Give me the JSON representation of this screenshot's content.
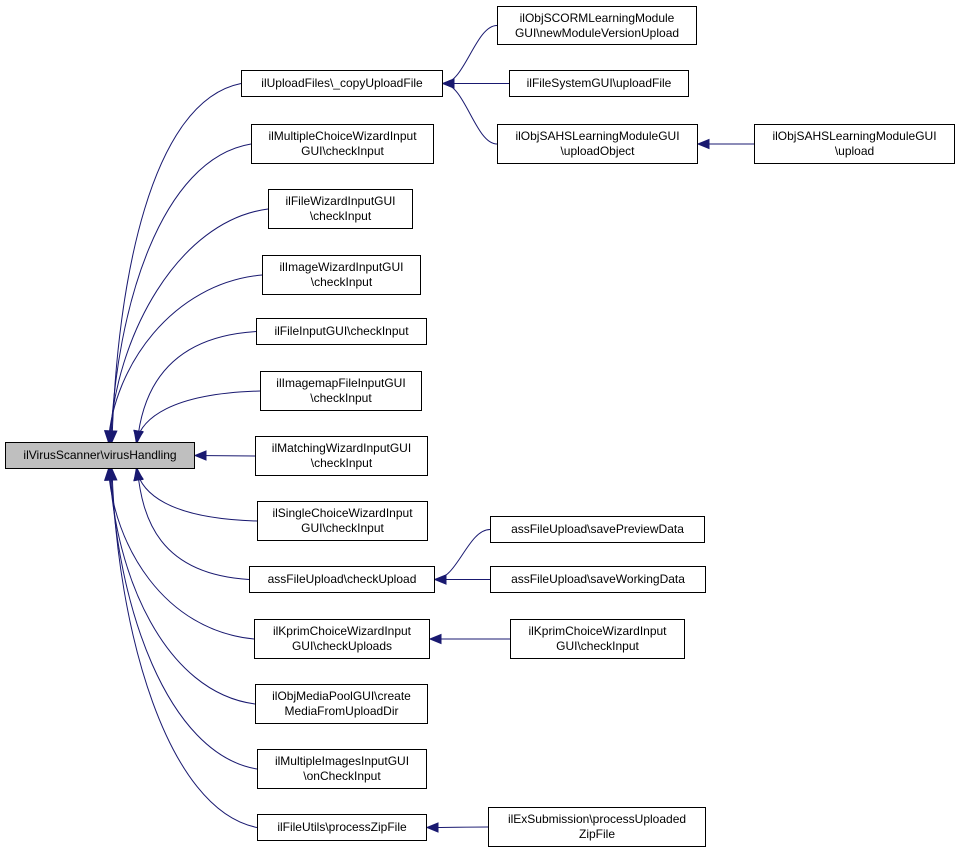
{
  "diagram": {
    "type": "call-graph",
    "colors": {
      "edge": "#191970",
      "root_fill": "#bfbfbf",
      "node_fill": "#ffffff",
      "border": "#000000"
    },
    "root": {
      "id": "root",
      "label": "ilVirusScanner\\virusHandling"
    },
    "nodes": [
      {
        "id": "upload_copy",
        "label": "ilUploadFiles\\_copyUploadFile"
      },
      {
        "id": "scorm_newver",
        "label": "ilObjSCORMLearningModule\nGUI\\newModuleVersionUpload"
      },
      {
        "id": "fs_upload",
        "label": "ilFileSystemGUI\\uploadFile"
      },
      {
        "id": "sahs_uploadobj",
        "label": "ilObjSAHSLearningModuleGUI\n\\uploadObject"
      },
      {
        "id": "sahs_upload",
        "label": "ilObjSAHSLearningModuleGUI\n\\upload"
      },
      {
        "id": "mc_wizard",
        "label": "ilMultipleChoiceWizardInput\nGUI\\checkInput"
      },
      {
        "id": "file_wizard",
        "label": "ilFileWizardInputGUI\n\\checkInput"
      },
      {
        "id": "image_wizard",
        "label": "ilImageWizardInputGUI\n\\checkInput"
      },
      {
        "id": "file_input",
        "label": "ilFileInputGUI\\checkInput"
      },
      {
        "id": "imagemap",
        "label": "ilImagemapFileInputGUI\n\\checkInput"
      },
      {
        "id": "matching",
        "label": "ilMatchingWizardInputGUI\n\\checkInput"
      },
      {
        "id": "single_choice",
        "label": "ilSingleChoiceWizardInput\nGUI\\checkInput"
      },
      {
        "id": "ass_checkupload",
        "label": "assFileUpload\\checkUpload"
      },
      {
        "id": "ass_preview",
        "label": "assFileUpload\\savePreviewData"
      },
      {
        "id": "ass_working",
        "label": "assFileUpload\\saveWorkingData"
      },
      {
        "id": "kprim_uploads",
        "label": "ilKprimChoiceWizardInput\nGUI\\checkUploads"
      },
      {
        "id": "kprim_input",
        "label": "ilKprimChoiceWizardInput\nGUI\\checkInput"
      },
      {
        "id": "mediapool",
        "label": "ilObjMediaPoolGUI\\create\nMediaFromUploadDir"
      },
      {
        "id": "multi_images",
        "label": "ilMultipleImagesInputGUI\n\\onCheckInput"
      },
      {
        "id": "zip",
        "label": "ilFileUtils\\processZipFile"
      },
      {
        "id": "exsub",
        "label": "ilExSubmission\\processUploaded\nZipFile"
      }
    ],
    "edges": [
      {
        "from": "upload_copy",
        "to": "root"
      },
      {
        "from": "mc_wizard",
        "to": "root"
      },
      {
        "from": "file_wizard",
        "to": "root"
      },
      {
        "from": "image_wizard",
        "to": "root"
      },
      {
        "from": "file_input",
        "to": "root"
      },
      {
        "from": "imagemap",
        "to": "root"
      },
      {
        "from": "matching",
        "to": "root"
      },
      {
        "from": "single_choice",
        "to": "root"
      },
      {
        "from": "ass_checkupload",
        "to": "root"
      },
      {
        "from": "kprim_uploads",
        "to": "root"
      },
      {
        "from": "mediapool",
        "to": "root"
      },
      {
        "from": "multi_images",
        "to": "root"
      },
      {
        "from": "zip",
        "to": "root"
      },
      {
        "from": "scorm_newver",
        "to": "upload_copy"
      },
      {
        "from": "fs_upload",
        "to": "upload_copy"
      },
      {
        "from": "sahs_uploadobj",
        "to": "upload_copy"
      },
      {
        "from": "sahs_upload",
        "to": "sahs_uploadobj"
      },
      {
        "from": "ass_preview",
        "to": "ass_checkupload"
      },
      {
        "from": "ass_working",
        "to": "ass_checkupload"
      },
      {
        "from": "kprim_input",
        "to": "kprim_uploads"
      },
      {
        "from": "exsub",
        "to": "zip"
      }
    ]
  }
}
